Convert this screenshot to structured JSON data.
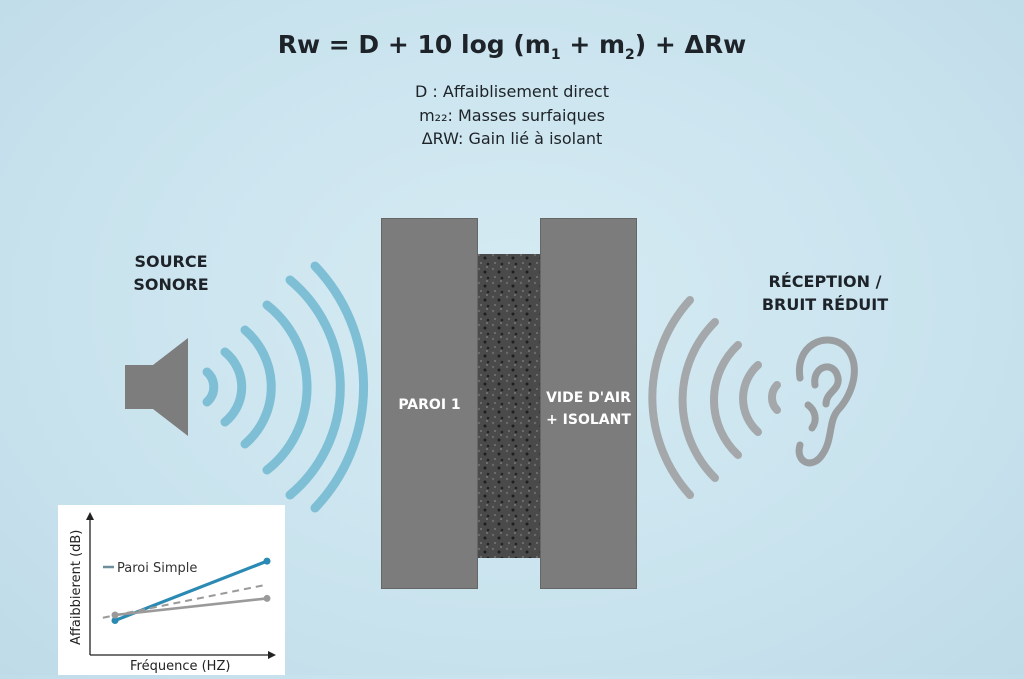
{
  "formula": {
    "main": "Rw = D + 10 log (m",
    "sub1": "1",
    "plus": " + m",
    "sub2": "2",
    "tail": ") + ΔRw"
  },
  "legend": [
    {
      "term": "D",
      "text": " : Affaiblisement direct"
    },
    {
      "term": "m₂₂",
      "text": ": Masses surfaiques"
    },
    {
      "term": "ΔRW",
      "text": ": Gain lié à isolant"
    }
  ],
  "source_label": [
    "SOURCE",
    "SONORE"
  ],
  "reception_label": [
    "RÉCEPTION /",
    "BRUIT RÉDUIT"
  ],
  "wall1_label": "PAROI 1",
  "cavity_label": [
    "VIDE D'AIR",
    "+ ISOLANT"
  ],
  "icons": {
    "speaker": "speaker-icon",
    "ear": "ear-icon"
  },
  "colors": {
    "wave_in": "#7fbfd6",
    "wave_out": "#a0a4a6",
    "wall": "#7c7c7c",
    "insulation": "#3c3c3c",
    "series_blue": "#2b8ab3",
    "series_gray": "#9a9a9a"
  },
  "chart_data": {
    "type": "line",
    "xlabel": "Fréquence (HZ)",
    "ylabel": "Affaibbierent (dB)",
    "legend_entry": "Paroi Simple",
    "series": [
      {
        "style": "solid-blue",
        "x": [
          0,
          1
        ],
        "y": [
          0.25,
          0.68
        ]
      },
      {
        "name": "Paroi Simple",
        "style": "solid-gray",
        "x": [
          0,
          1
        ],
        "y": [
          0.29,
          0.41
        ]
      },
      {
        "style": "dashed-gray",
        "x": [
          -0.08,
          1
        ],
        "y": [
          0.27,
          0.51
        ]
      }
    ]
  }
}
